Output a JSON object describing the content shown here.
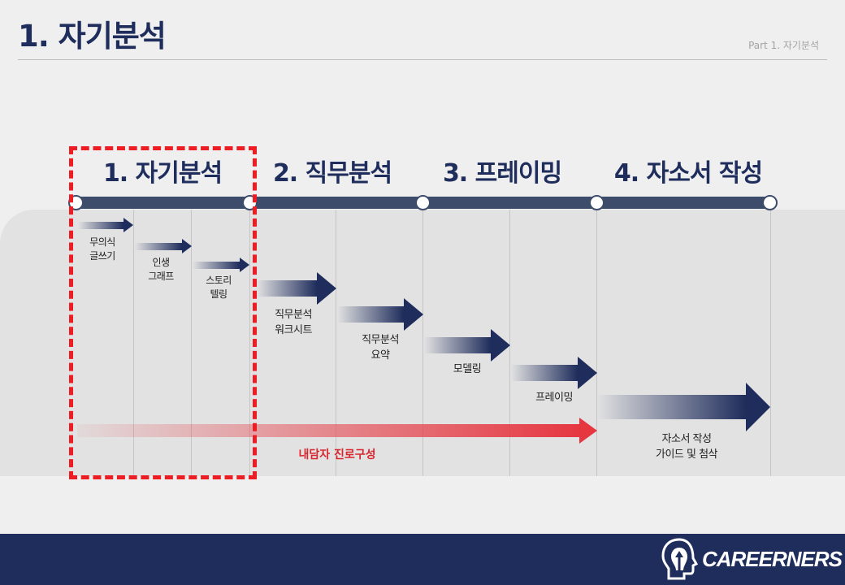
{
  "header": {
    "title": "1. 자기분석",
    "part_label": "Part 1. 자기분석"
  },
  "phases": [
    {
      "label": "1. 자기분석"
    },
    {
      "label": "2. 직무분석"
    },
    {
      "label": "3. 프레이밍"
    },
    {
      "label": "4. 자소서 작성"
    }
  ],
  "steps": [
    {
      "line1": "무의식",
      "line2": "글쓰기"
    },
    {
      "line1": "인생",
      "line2": "그래프"
    },
    {
      "line1": "스토리",
      "line2": "텔링"
    },
    {
      "line1": "직무분석",
      "line2": "워크시트"
    },
    {
      "line1": "직무분석",
      "line2": "요약"
    },
    {
      "line1": "모델링",
      "line2": ""
    },
    {
      "line1": "프레이밍",
      "line2": ""
    },
    {
      "line1": "자소서 작성",
      "line2": "가이드 및 첨삭"
    }
  ],
  "career_arrow": {
    "label": "내담자 진로구성"
  },
  "highlight": {
    "phase": "1. 자기분석"
  },
  "footer": {
    "brand": "CAREERNERS"
  },
  "colors": {
    "navy": "#1f2d5c",
    "red": "#e63741",
    "timeline": "#3e4c6c"
  }
}
